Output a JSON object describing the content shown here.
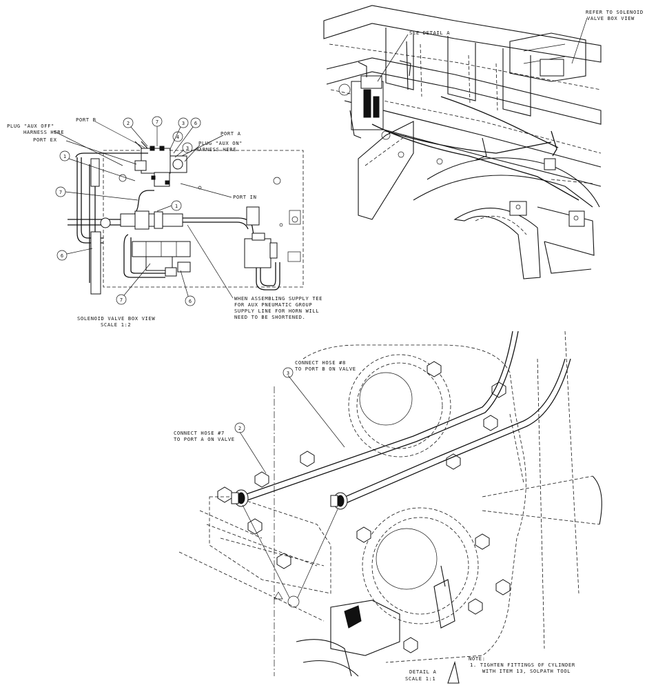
{
  "solenoid_view": {
    "port_b": "PORT B",
    "plug_aux_off": [
      "PLUG \"AUX OFF\"",
      "HARNESS HERE"
    ],
    "port_ex": "PORT EX",
    "port_a": "PORT A",
    "plug_aux_on": [
      "PLUG \"AUX ON\"",
      "HARNESS HERE"
    ],
    "port_in": "PORT IN",
    "tee_note": [
      "WHEN ASSEMBLING SUPPLY TEE",
      "FOR AUX PNEUMATIC GROUP",
      "SUPPLY LINE FOR HORN WILL",
      "NEED TO BE SHORTENED."
    ],
    "title": "SOLENOID VALVE BOX VIEW",
    "scale": "SCALE 1:2",
    "balloons": [
      "2",
      "7",
      "3",
      "6",
      "4",
      "3",
      "1",
      "1",
      "7",
      "6",
      "7",
      "6"
    ]
  },
  "iso_view": {
    "see_detail": "SEE DETAIL A",
    "refer": [
      "REFER TO SOLENOID",
      "VALVE BOX VIEW"
    ]
  },
  "detail_a": {
    "hose8": [
      "CONNECT HOSE #8",
      "TO PORT B ON VALVE"
    ],
    "hose7": [
      "CONNECT HOSE #7",
      "TO PORT A ON VALVE"
    ],
    "balloon_hose8": "3",
    "balloon_hose7": "2",
    "balloon_bottom": "",
    "title": "DETAIL A",
    "scale": "SCALE 1:1",
    "note": [
      "NOTE:",
      "1. TIGHTEN FITTINGS OF CYLINDER",
      "WITH ITEM 13, SOLPATH TOOL"
    ]
  }
}
